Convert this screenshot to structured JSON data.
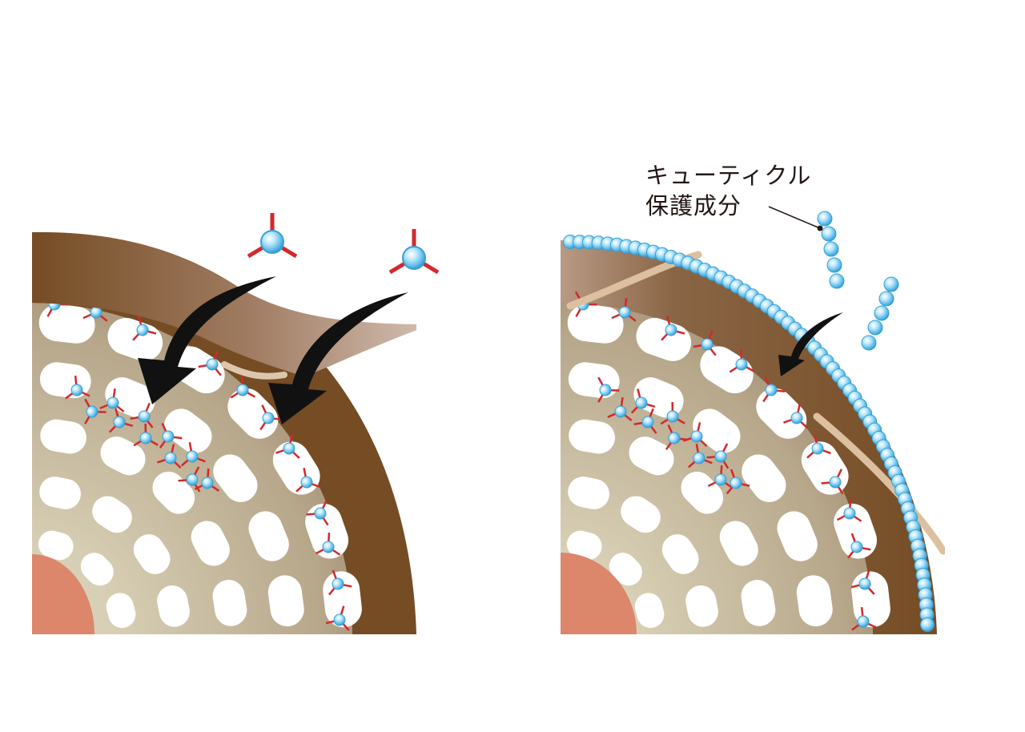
{
  "labels": {
    "line1": "キューティクル",
    "line2": "保護成分"
  },
  "colors": {
    "cuticle_brown": "#754c24",
    "cuticle_light": "#c9a58c",
    "cortex_beige": "#c8bfa4",
    "cortex_dark": "#a68c72",
    "medulla": "#dc866b",
    "bond_red": "#d3282d",
    "sphere_blue": "#6ec6ee",
    "arrow": "#111111",
    "film_tan": "#dcc0a0"
  },
  "panels": [
    {
      "name": "before",
      "arrows": 2,
      "free_molecules": 2
    },
    {
      "name": "after",
      "arrows": 1,
      "chains": 2
    }
  ]
}
